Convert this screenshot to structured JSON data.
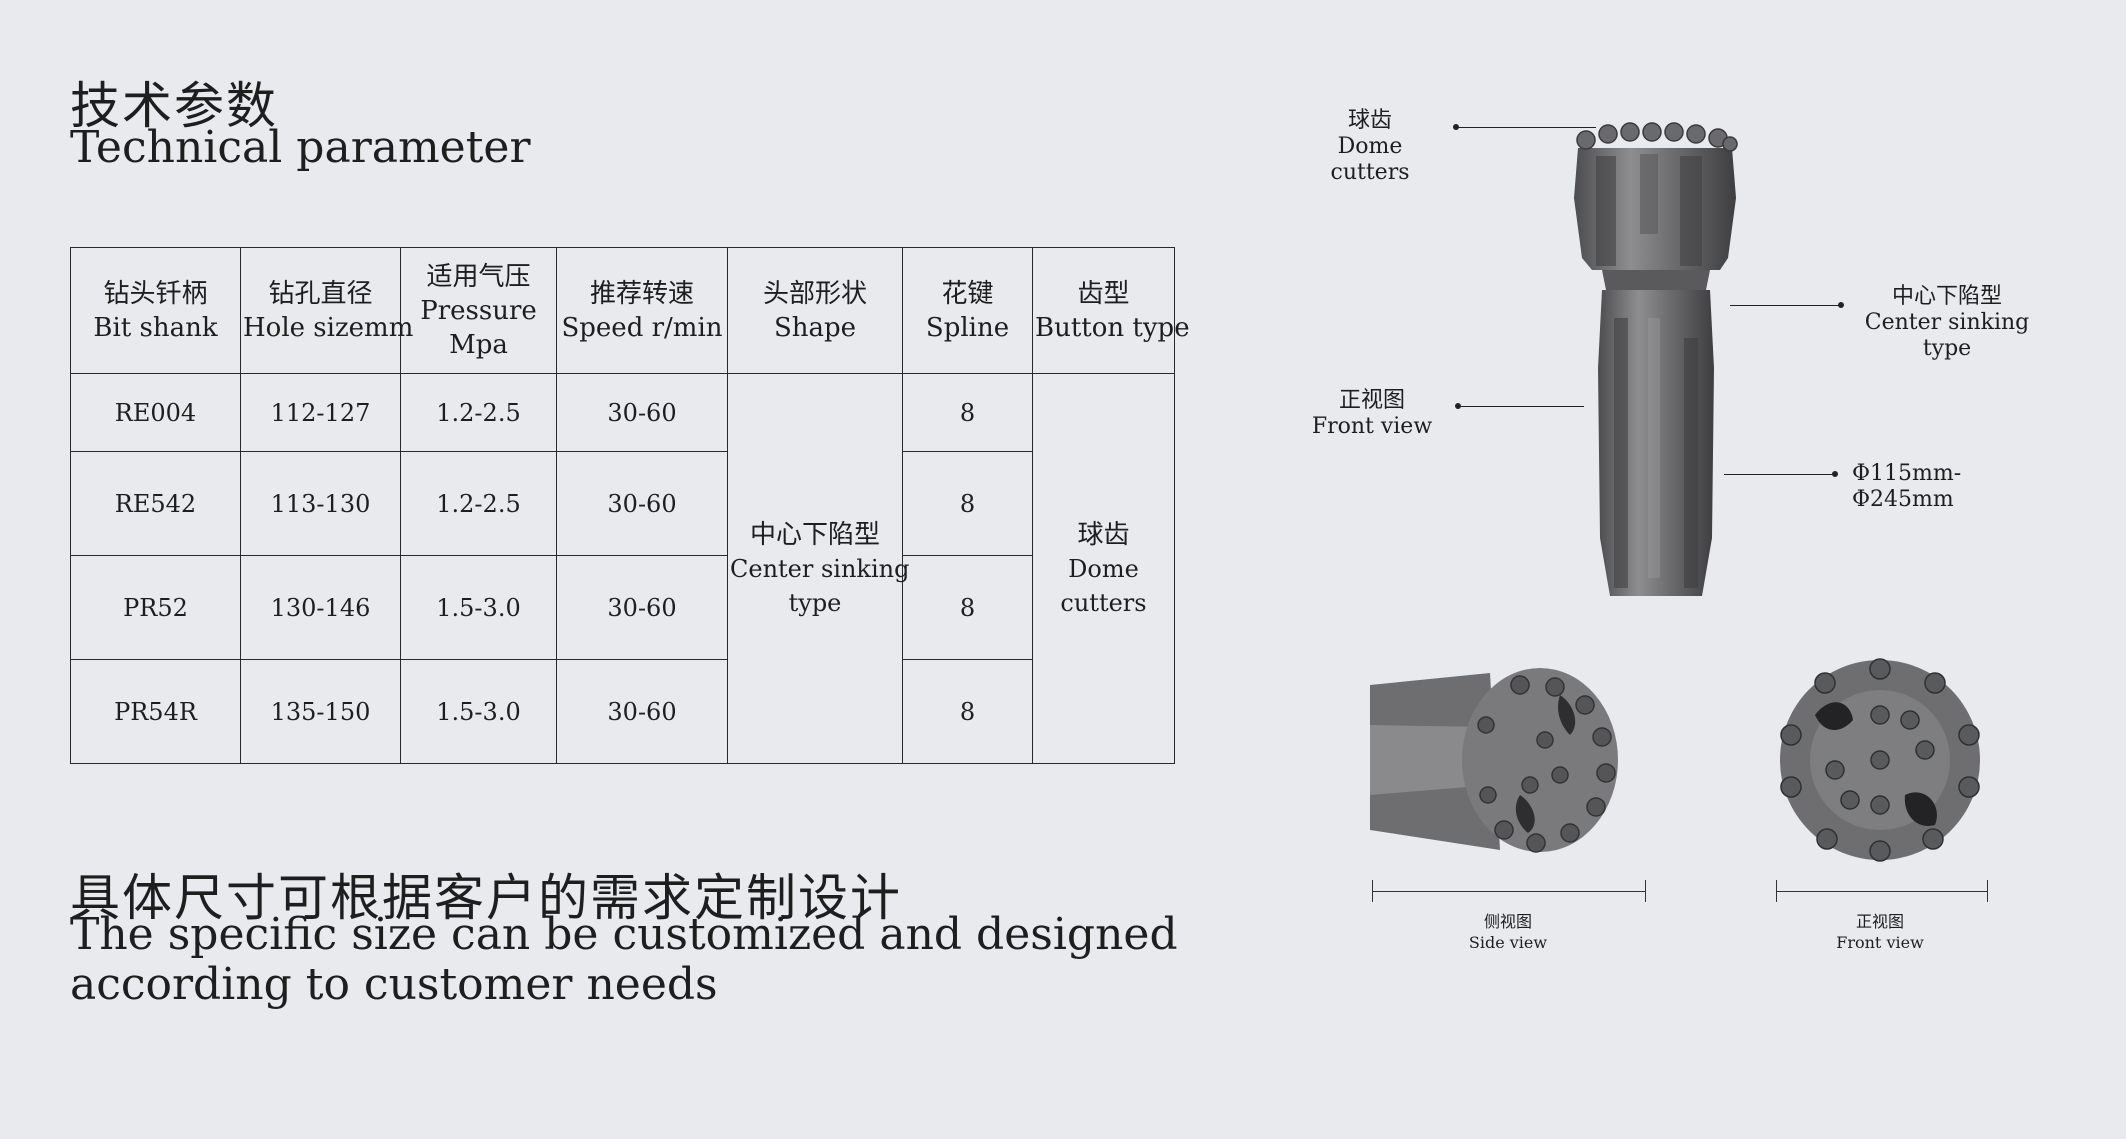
{
  "heading": {
    "cn": "技术参数",
    "en": "Technical parameter"
  },
  "table": {
    "headers": [
      {
        "cn": "钻头钎柄",
        "en": "Bit shank"
      },
      {
        "cn": "钻孔直径",
        "en": "Hole sizemm"
      },
      {
        "cn": "适用气压",
        "en": "Pressure",
        "en2": "Mpa"
      },
      {
        "cn": "推荐转速",
        "en": "Speed r/min"
      },
      {
        "cn": "头部形状",
        "en": "Shape"
      },
      {
        "cn": "花键",
        "en": "Spline"
      },
      {
        "cn": "齿型",
        "en": "Button type"
      }
    ],
    "rows": [
      {
        "shank": "RE004",
        "hole": "112-127",
        "pressure": "1.2-2.5",
        "speed": "30-60",
        "spline": "8"
      },
      {
        "shank": "RE542",
        "hole": "113-130",
        "pressure": "1.2-2.5",
        "speed": "30-60",
        "spline": "8"
      },
      {
        "shank": "PR52",
        "hole": "130-146",
        "pressure": "1.5-3.0",
        "speed": "30-60",
        "spline": "8"
      },
      {
        "shank": "PR54R",
        "hole": "135-150",
        "pressure": "1.5-3.0",
        "speed": "30-60",
        "spline": "8"
      }
    ],
    "shape": {
      "cn": "中心下陷型",
      "en1": "Center sinking",
      "en2": "type"
    },
    "button": {
      "cn": "球齿",
      "en1": "Dome",
      "en2": "cutters"
    }
  },
  "footer": {
    "cn": "具体尺寸可根据客户的需求定制设计",
    "en": "The specific size can be customized and designed according to customer needs"
  },
  "callouts": {
    "dome": {
      "cn": "球齿",
      "en": "Dome cutters"
    },
    "center": {
      "cn": "中心下陷型",
      "en": "Center sinking type"
    },
    "front": {
      "cn": "正视图",
      "en": "Front view"
    },
    "diameter": "Φ115mm- Φ245mm"
  },
  "views": {
    "side": {
      "cn": "侧视图",
      "en": "Side view"
    },
    "front": {
      "cn": "正视图",
      "en": "Front view"
    }
  },
  "colors": {
    "background": "#e8eaed",
    "metal": "#7c7c7e",
    "metal_dark": "#4a4a4c",
    "text": "#1e1e1e"
  }
}
